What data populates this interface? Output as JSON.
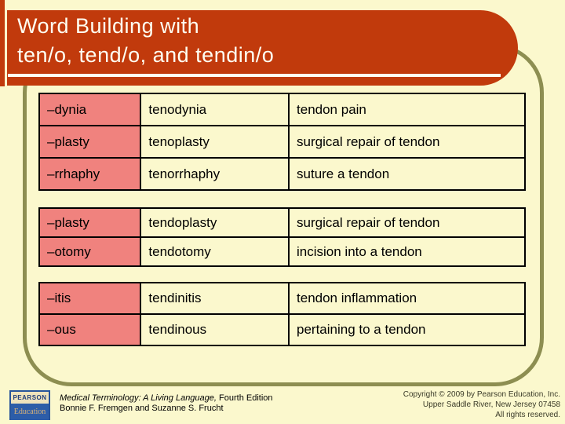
{
  "slide": {
    "title_line1": "Word Building with",
    "title_line2": "ten/o, tend/o, and tendin/o"
  },
  "tables": [
    {
      "rows": [
        {
          "suffix": "–dynia",
          "term": "tenodynia",
          "meaning": "tendon pain"
        },
        {
          "suffix": "–plasty",
          "term": "tenoplasty",
          "meaning": "surgical repair of tendon"
        },
        {
          "suffix": "–rrhaphy",
          "term": "tenorrhaphy",
          "meaning": "suture a tendon"
        }
      ]
    },
    {
      "rows": [
        {
          "suffix": "–plasty",
          "term": "tendoplasty",
          "meaning": "surgical repair of tendon"
        },
        {
          "suffix": "–otomy",
          "term": "tendotomy",
          "meaning": "incision into a tendon"
        }
      ]
    },
    {
      "rows": [
        {
          "suffix": "–itis",
          "term": "tendinitis",
          "meaning": "tendon inflammation"
        },
        {
          "suffix": "–ous",
          "term": "tendinous",
          "meaning": "pertaining to a tendon"
        }
      ]
    }
  ],
  "footer": {
    "logo_line1": "PEARSON",
    "logo_line2": "Education",
    "book_title_italic": "Medical Terminology: A Living Language,",
    "book_title_edition": " Fourth Edition",
    "authors": "Bonnie F. Fremgen and Suzanne S. Frucht",
    "copyright_line1": "Copyright © 2009 by Pearson Education, Inc.",
    "copyright_line2": "Upper Saddle River, New Jersey 07458",
    "copyright_line3": "All rights reserved."
  },
  "colors": {
    "background": "#FBF8CD",
    "banner": "#C13A0C",
    "banner_text": "#FFFFF2",
    "frame": "#8D8E51",
    "suffix_cell": "#F0827E",
    "table_border": "#000000",
    "logo_blue": "#2D5DA8",
    "logo_tan": "#EFE3BC"
  }
}
